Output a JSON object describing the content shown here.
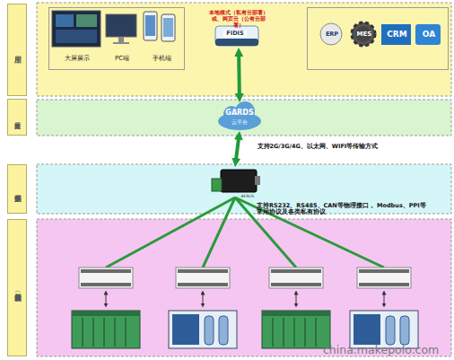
{
  "diagram": {
    "nodes": [
      {
        "text": [
          "应用层"
        ]
      },
      {
        "text": [
          "大屏展示",
          "PC端",
          "手机端"
        ]
      },
      {
        "text": [
          "本地模式（私有云部署） 或、网页云（公有云部署）",
          "FIDIS"
        ]
      },
      {
        "text": [
          "ERP",
          "MES",
          "CRM",
          "OA"
        ]
      },
      {
        "text": [
          "数据支持层"
        ]
      },
      {
        "text": [
          "GARDS",
          "云平台"
        ]
      },
      {
        "text": [
          "数据采集层"
        ]
      },
      {
        "text": [
          "AFRUS"
        ]
      },
      {
        "text": [
          "设备层（感知对象）"
        ]
      }
    ],
    "edges": [
      {
        "from": 2,
        "to": 5,
        "arrow": "both"
      },
      {
        "from": 5,
        "to": 7,
        "arrow": "both",
        "label": "支持2G/3G/4G、以太网、WIFI等传输方式"
      }
    ],
    "labels": [
      "支持RS232、RS485、CAN等物理接口， Modbus、PPI等常用协议及各类私有协议",
      "china.makepolo.com"
    ]
  }
}
